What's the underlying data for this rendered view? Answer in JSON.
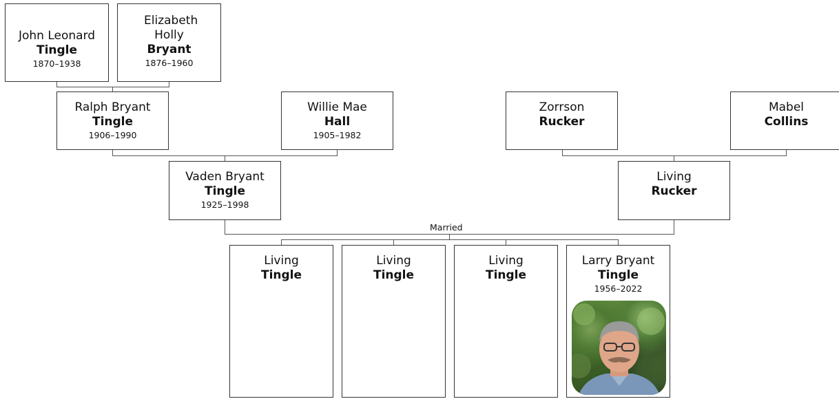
{
  "connector_label": "Married",
  "great_grandparents": [
    {
      "given": "John Leonard",
      "surname": "Tingle",
      "years": "1870–1938"
    },
    {
      "given": "Elizabeth Holly",
      "surname": "Bryant",
      "years": "1876–1960"
    }
  ],
  "grandparents": [
    {
      "given": "Ralph Bryant",
      "surname": "Tingle",
      "years": "1906–1990"
    },
    {
      "given": "Willie Mae",
      "surname": "Hall",
      "years": "1905–1982"
    },
    {
      "given": "Zorrson",
      "surname": "Rucker",
      "years": ""
    },
    {
      "given": "Mabel",
      "surname": "Collins",
      "years": ""
    }
  ],
  "parents": [
    {
      "given": "Vaden Bryant",
      "surname": "Tingle",
      "years": "1925–1998"
    },
    {
      "given": "Living",
      "surname": "Rucker",
      "years": ""
    }
  ],
  "children": [
    {
      "given": "Living",
      "surname": "Tingle",
      "years": ""
    },
    {
      "given": "Living",
      "surname": "Tingle",
      "years": ""
    },
    {
      "given": "Living",
      "surname": "Tingle",
      "years": ""
    },
    {
      "given": "Larry Bryant",
      "surname": "Tingle",
      "years": "1956–2022",
      "photo": "portrait-photo"
    }
  ]
}
